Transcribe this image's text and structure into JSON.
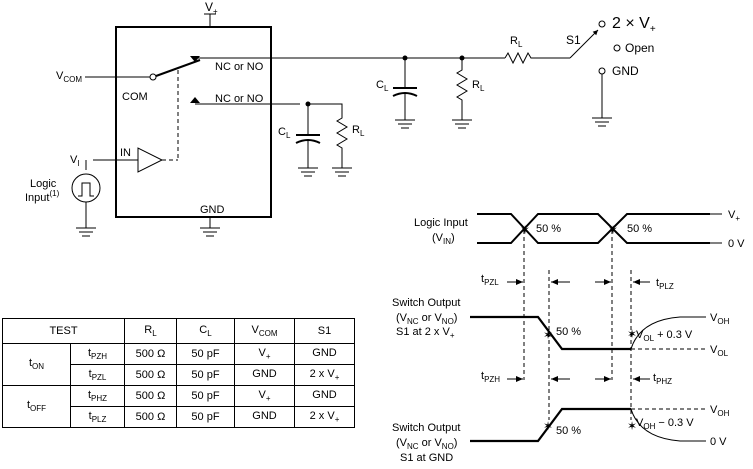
{
  "circuit": {
    "vplus_top": {
      "base": "V",
      "sub": "+"
    },
    "vcom": {
      "base": "V",
      "sub": "COM"
    },
    "com": "COM",
    "nc_or_no_1": "NC or NO",
    "nc_or_no_2": "NC or NO",
    "in": "IN",
    "vi": {
      "base": "V",
      "sub": "I"
    },
    "logic_input": {
      "line1": "Logic",
      "line2": "Input",
      "sup": "(1)"
    },
    "gnd": "GND",
    "cl1": {
      "base": "C",
      "sub": "L"
    },
    "rl1": {
      "base": "R",
      "sub": "L"
    },
    "cl2": {
      "base": "C",
      "sub": "L"
    },
    "rl2": {
      "base": "R",
      "sub": "L"
    },
    "rl_series": {
      "base": "R",
      "sub": "L"
    },
    "s1": "S1",
    "two_vplus": {
      "base": "2 × V",
      "sub": "+"
    },
    "open": "Open",
    "s1_gnd": "GND"
  },
  "timing": {
    "logic_input": {
      "line1": "Logic Input",
      "line2_base": "(V",
      "line2_sub": "IN",
      "line2_end": ")"
    },
    "vplus": {
      "base": "V",
      "sub": "+"
    },
    "zero_v_1": "0 V",
    "pct1": "50 %",
    "pct2": "50 %",
    "tpzl": {
      "base": "t",
      "sub": "PZL"
    },
    "tplz": {
      "base": "t",
      "sub": "PLZ"
    },
    "sw_out_1": {
      "line1": "Switch Output",
      "line2_a": "(V",
      "line2_a_sub": "NC",
      "line2_b": " or V",
      "line2_b_sub": "NO",
      "line2_c": ")",
      "line3_a": "S1 at 2 x V",
      "line3_sub": "+"
    },
    "voh_1": {
      "base": "V",
      "sub": "OH"
    },
    "pct3": "50 %",
    "vol_plus": {
      "base": "V",
      "sub": "OL",
      "tail": " + 0.3 V"
    },
    "vol_1": {
      "base": "V",
      "sub": "OL"
    },
    "tpzh": {
      "base": "t",
      "sub": "PZH"
    },
    "tphz": {
      "base": "t",
      "sub": "PHZ"
    },
    "voh_2": {
      "base": "V",
      "sub": "OH"
    },
    "pct4": "50 %",
    "voh_minus": {
      "base": "V",
      "sub": "OH",
      "tail": " − 0.3 V"
    },
    "sw_out_2": {
      "line1": "Switch Output",
      "line2_a": "(V",
      "line2_a_sub": "NC",
      "line2_b": " or V",
      "line2_b_sub": "NO",
      "line2_c": ")",
      "line3": "S1 at GND"
    },
    "zero_v_2": "0 V"
  },
  "table": {
    "header": {
      "test": "TEST",
      "rl": {
        "base": "R",
        "sub": "L"
      },
      "cl": {
        "base": "C",
        "sub": "L"
      },
      "vcom": {
        "base": "V",
        "sub": "COM"
      },
      "s1": "S1"
    },
    "groups": [
      {
        "label": {
          "base": "t",
          "sub": "ON"
        },
        "rows": [
          {
            "param": {
              "base": "t",
              "sub": "PZH"
            },
            "rl": "500 Ω",
            "cl": "50 pF",
            "vcom": {
              "base": "V",
              "sub": "+"
            },
            "s1": {
              "base": "GND",
              "sub": ""
            }
          },
          {
            "param": {
              "base": "t",
              "sub": "PZL"
            },
            "rl": "500 Ω",
            "cl": "50 pF",
            "vcom": {
              "base": "GND",
              "sub": ""
            },
            "s1": {
              "base": "2 x V",
              "sub": "+"
            }
          }
        ]
      },
      {
        "label": {
          "base": "t",
          "sub": "OFF"
        },
        "rows": [
          {
            "param": {
              "base": "t",
              "sub": "PHZ"
            },
            "rl": "500 Ω",
            "cl": "50 pF",
            "vcom": {
              "base": "V",
              "sub": "+"
            },
            "s1": {
              "base": "GND",
              "sub": ""
            }
          },
          {
            "param": {
              "base": "t",
              "sub": "PLZ"
            },
            "rl": "500 Ω",
            "cl": "50 pF",
            "vcom": {
              "base": "GND",
              "sub": ""
            },
            "s1": {
              "base": "2 x V",
              "sub": "+"
            }
          }
        ]
      }
    ]
  }
}
